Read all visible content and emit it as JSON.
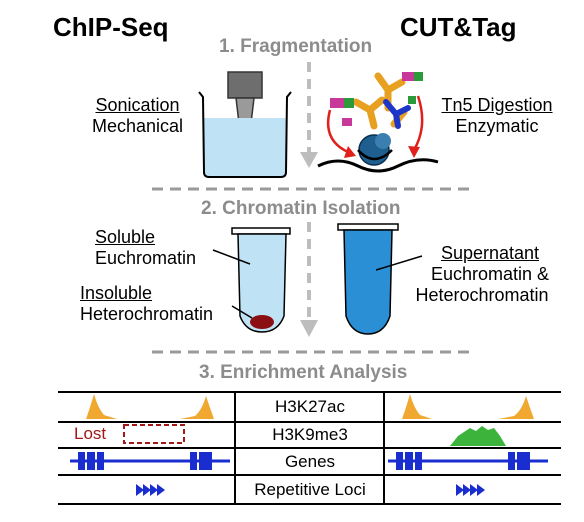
{
  "headers": {
    "left": "ChIP-Seq",
    "right": "CUT&Tag"
  },
  "steps": {
    "s1": "1. Fragmentation",
    "s2": "2. Chromatin Isolation",
    "s3": "3. Enrichment Analysis"
  },
  "chip": {
    "frag_method": "Sonication",
    "frag_type": "Mechanical",
    "soluble": "Soluble",
    "soluble_type": "Euchromatin",
    "insoluble": "Insoluble",
    "insoluble_type": "Heterochromatin"
  },
  "cut": {
    "frag_method": "Tn5 Digestion",
    "frag_type": "Enzymatic",
    "supernatant": "Supernatant",
    "super_type1": "Euchromatin &",
    "super_type2": "Heterochromatin"
  },
  "table": {
    "rows": [
      "H3K27ac",
      "H3K9me3",
      "Genes",
      "Repetitive Loci"
    ],
    "lost_label": "Lost"
  },
  "colors": {
    "peak_orange": "#f0a830",
    "peak_green": "#3cb43c",
    "gene_blue": "#1a2ed0",
    "lost_red": "#a01818",
    "tube_light": "#bfe3f5",
    "tube_dark": "#2b8fd6",
    "step_gray": "#8c8c8c"
  },
  "icons": [
    "sonicator-probe-icon",
    "beaker-icon",
    "tn5-antibody-complex-icon",
    "nucleosome-icon",
    "tube-icon",
    "pellet-icon",
    "down-arrow-icon",
    "gene-block-icon",
    "repeat-arrows-icon"
  ]
}
